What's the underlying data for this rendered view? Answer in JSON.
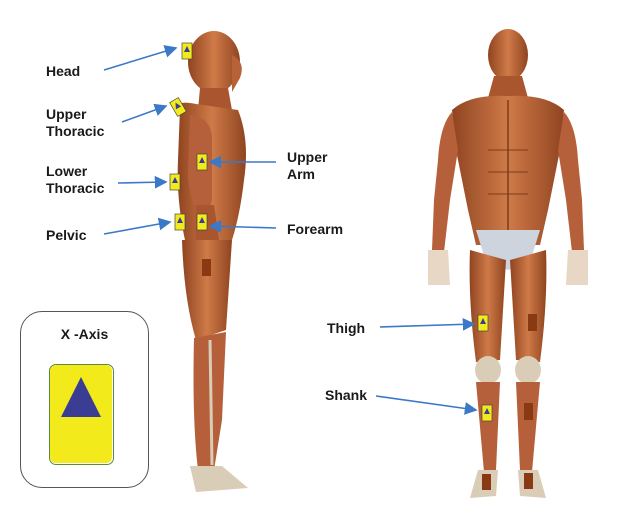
{
  "labels": {
    "head": "Head",
    "upper_thoracic": [
      "Upper",
      "Thoracic"
    ],
    "lower_thoracic": [
      "Lower",
      "Thoracic"
    ],
    "pelvic": "Pelvic",
    "upper_arm": [
      "Upper",
      "Arm"
    ],
    "forearm": "Forearm",
    "thigh": "Thigh",
    "shank": "Shank"
  },
  "legend": {
    "title": "X -Axis",
    "card_color": "#f2ea1a",
    "triangle_color": "#3b3d94"
  },
  "colors": {
    "arrow": "#3a78c8",
    "sensor_yellow": "#f2ea1a",
    "sensor_blue": "#3b3d94",
    "sensor_brown": "#8a3a12",
    "muscle": "#c46a3c",
    "muscle_dark": "#9b4a24",
    "tendon": "#d9cdb8"
  }
}
